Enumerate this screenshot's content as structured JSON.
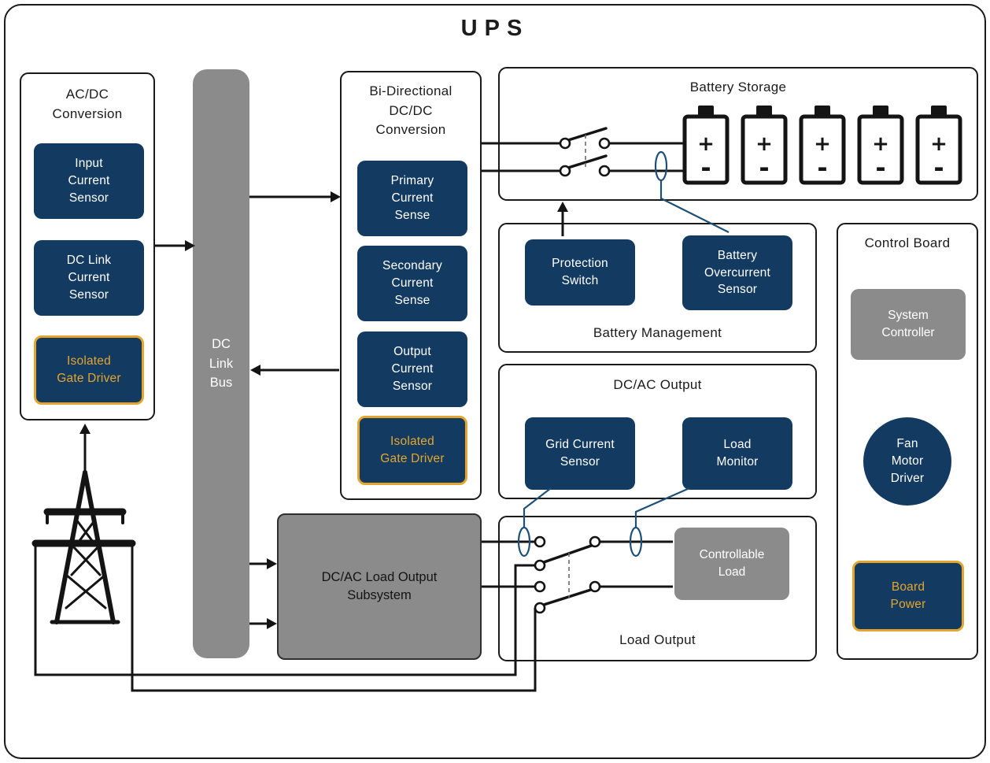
{
  "title": "UPS",
  "colors": {
    "navy": "#133a61",
    "gold": "#e4a62d",
    "gray": "#8b8b8b",
    "blue": "#1d5078"
  },
  "acdc": {
    "title": "AC/DC\nConversion",
    "input_current_sensor": "Input\nCurrent\nSensor",
    "dc_link_current_sensor": "DC Link\nCurrent\nSensor",
    "isolated_gate_driver": "Isolated\nGate Driver"
  },
  "dc_link_bus": {
    "label": "DC\nLink\nBus"
  },
  "bidirectional": {
    "title": "Bi-Directional\nDC/DC\nConversion",
    "primary_current_sense": "Primary\nCurrent\nSense",
    "secondary_current_sense": "Secondary\nCurrent\nSense",
    "output_current_sensor": "Output\nCurrent\nSensor",
    "isolated_gate_driver": "Isolated\nGate Driver"
  },
  "battery_storage": {
    "title": "Battery Storage",
    "plus": "+",
    "minus": "-"
  },
  "battery_management": {
    "title": "Battery Management",
    "protection_switch": "Protection\nSwitch",
    "battery_overcurrent_sensor": "Battery\nOvercurrent\nSensor"
  },
  "dcac_output": {
    "title": "DC/AC Output",
    "grid_current_sensor": "Grid Current\nSensor",
    "load_monitor": "Load\nMonitor"
  },
  "load_output": {
    "title": "Load Output",
    "controllable_load": "Controllable\nLoad"
  },
  "subsystem": {
    "label": "DC/AC Load Output\nSubsystem"
  },
  "control_board": {
    "title": "Control Board",
    "system_controller": "System\nController",
    "fan_motor_driver": "Fan\nMotor\nDriver",
    "board_power": "Board\nPower"
  }
}
